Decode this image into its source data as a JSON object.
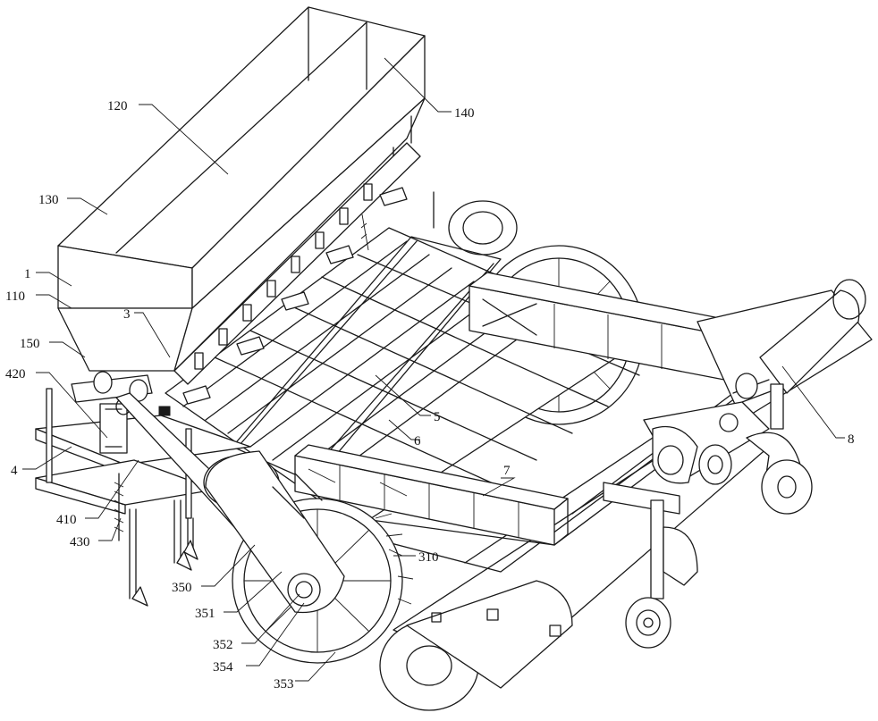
{
  "labels": [
    {
      "id": "120",
      "text": "120"
    },
    {
      "id": "140",
      "text": "140"
    },
    {
      "id": "130",
      "text": "130"
    },
    {
      "id": "1",
      "text": "1"
    },
    {
      "id": "110",
      "text": "110"
    },
    {
      "id": "3",
      "text": "3"
    },
    {
      "id": "150",
      "text": "150"
    },
    {
      "id": "420",
      "text": "420"
    },
    {
      "id": "4",
      "text": "4"
    },
    {
      "id": "410",
      "text": "410"
    },
    {
      "id": "430",
      "text": "430"
    },
    {
      "id": "350",
      "text": "350"
    },
    {
      "id": "351",
      "text": "351"
    },
    {
      "id": "352",
      "text": "352"
    },
    {
      "id": "354",
      "text": "354"
    },
    {
      "id": "353",
      "text": "353"
    },
    {
      "id": "310",
      "text": "310"
    },
    {
      "id": "5",
      "text": "5"
    },
    {
      "id": "6",
      "text": "6"
    },
    {
      "id": "7",
      "text": "7"
    },
    {
      "id": "8",
      "text": "8"
    }
  ]
}
